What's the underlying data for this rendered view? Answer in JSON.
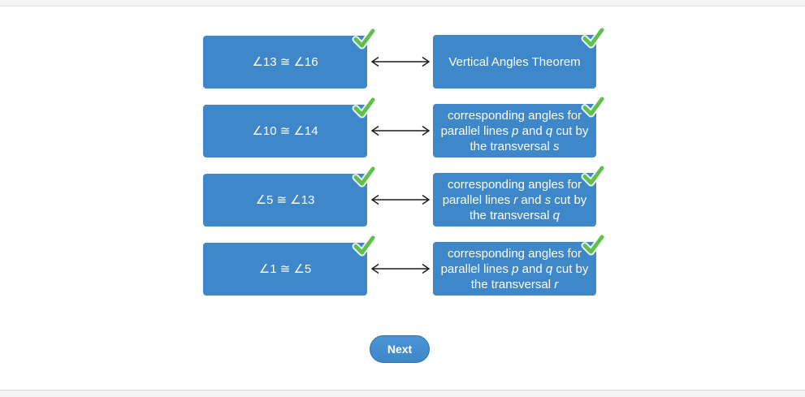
{
  "colors": {
    "box_blue": "#3e87c9",
    "check_green": "#5fc04a",
    "arrow": "#1a1a1a"
  },
  "matches": [
    {
      "left": "∠13 ≅ ∠16",
      "right_segments": [
        {
          "text": "Vertical Angles Theorem",
          "italic": false
        }
      ],
      "left_checked": true,
      "right_checked": true
    },
    {
      "left": "∠10 ≅ ∠14",
      "right_segments": [
        {
          "text": "corresponding angles for parallel lines ",
          "italic": false
        },
        {
          "text": "p",
          "italic": true
        },
        {
          "text": " and ",
          "italic": false
        },
        {
          "text": "q",
          "italic": true
        },
        {
          "text": " cut by the transversal ",
          "italic": false
        },
        {
          "text": "s",
          "italic": true
        }
      ],
      "left_checked": true,
      "right_checked": true
    },
    {
      "left": "∠5 ≅ ∠13",
      "right_segments": [
        {
          "text": "corresponding angles for parallel lines ",
          "italic": false
        },
        {
          "text": "r",
          "italic": true
        },
        {
          "text": " and ",
          "italic": false
        },
        {
          "text": "s",
          "italic": true
        },
        {
          "text": " cut by the transversal ",
          "italic": false
        },
        {
          "text": "q",
          "italic": true
        }
      ],
      "left_checked": true,
      "right_checked": true
    },
    {
      "left": "∠1 ≅ ∠5",
      "right_segments": [
        {
          "text": "corresponding angles for parallel lines ",
          "italic": false
        },
        {
          "text": "p",
          "italic": true
        },
        {
          "text": " and ",
          "italic": false
        },
        {
          "text": "q",
          "italic": true
        },
        {
          "text": " cut by the transversal ",
          "italic": false
        },
        {
          "text": "r",
          "italic": true
        }
      ],
      "left_checked": true,
      "right_checked": true
    }
  ],
  "next_button": {
    "label": "Next"
  }
}
